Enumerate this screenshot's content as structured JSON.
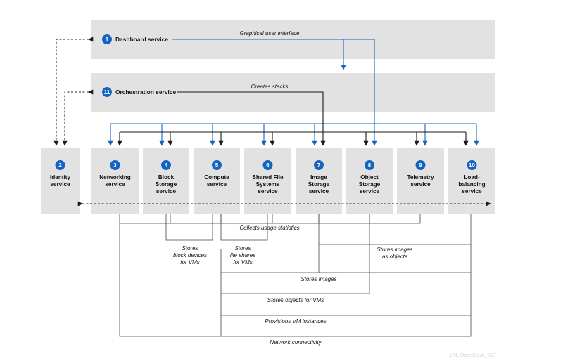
{
  "bands": {
    "dashboard": {
      "num": "1",
      "title": "Dashboard service",
      "caption": "Graphical user interface"
    },
    "orchestration": {
      "num": "11",
      "title": "Orchestration service",
      "caption": "Creates stacks"
    }
  },
  "services": [
    {
      "num": "2",
      "lines": [
        "Identity",
        "service"
      ]
    },
    {
      "num": "3",
      "lines": [
        "Networking",
        "service"
      ]
    },
    {
      "num": "4",
      "lines": [
        "Block",
        "Storage",
        "service"
      ]
    },
    {
      "num": "5",
      "lines": [
        "Compute",
        "service"
      ]
    },
    {
      "num": "6",
      "lines": [
        "Shared File",
        "Systems",
        "service"
      ]
    },
    {
      "num": "7",
      "lines": [
        "Image",
        "Storage",
        "service"
      ]
    },
    {
      "num": "8",
      "lines": [
        "Object",
        "Storage",
        "service"
      ]
    },
    {
      "num": "9",
      "lines": [
        "Telemetry",
        "service"
      ]
    },
    {
      "num": "10",
      "lines": [
        "Load-",
        "balancing",
        "service"
      ]
    }
  ],
  "relations": {
    "usage": [
      "Collects usage statistics"
    ],
    "block": [
      "Stores",
      "block devices",
      "for VMs"
    ],
    "shares": [
      "Stores",
      "file shares",
      "for VMs"
    ],
    "objects": [
      "Stores images",
      "as objects"
    ],
    "images": [
      "Stores images"
    ],
    "vm_objects": [
      "Stores objects for VMs"
    ],
    "provisions": [
      "Provisions VM instances"
    ],
    "network": [
      "Network connectivity"
    ]
  },
  "watermark": "124_OpenStack_013",
  "colors": {
    "accent": "#1565c0",
    "box": "#e2e2e2",
    "line": "#1a1a1a"
  }
}
